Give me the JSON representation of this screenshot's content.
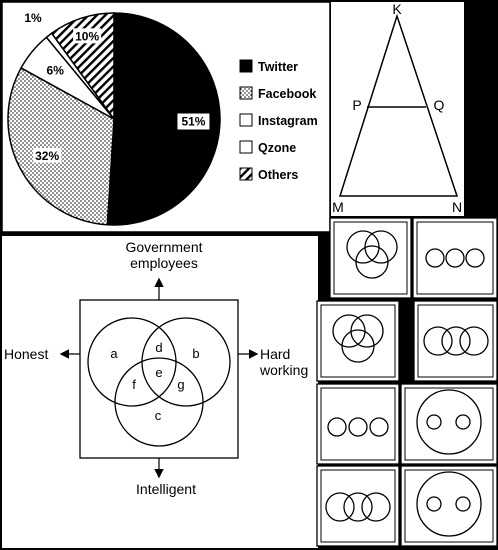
{
  "pie_panel": {
    "chart_data": {
      "type": "pie",
      "categories": [
        "Twitter",
        "Facebook",
        "Instagram",
        "Qzone",
        "Others"
      ],
      "values": [
        51,
        32,
        6,
        1,
        10
      ],
      "labels": [
        "51%",
        "32%",
        "6%",
        "1%",
        "10%"
      ],
      "patterns": [
        "solid-black",
        "dotted",
        "white",
        "white",
        "diagonal-hatch"
      ],
      "title": "",
      "legend_position": "right"
    }
  },
  "triangle_panel": {
    "vertex_top": "K",
    "point_left": "P",
    "point_right": "Q",
    "vertex_bottom_left": "M",
    "vertex_bottom_right": "N"
  },
  "venn_panel": {
    "arrow_top": "Government employees",
    "arrow_top_line1": "Government",
    "arrow_top_line2": "employees",
    "arrow_left": "Honest",
    "arrow_right": "Hard working",
    "arrow_right_line1": "Hard",
    "arrow_right_line2": "working",
    "arrow_bottom": "Intelligent",
    "regions": [
      "a",
      "b",
      "c",
      "d",
      "e",
      "f",
      "g"
    ]
  },
  "options": [
    {
      "id": "opt-1",
      "kind": "venn-three-overlap"
    },
    {
      "id": "opt-2",
      "kind": "three-separate-circles"
    },
    {
      "id": "opt-3",
      "kind": "venn-three-overlap"
    },
    {
      "id": "opt-4",
      "kind": "three-chain-circles"
    },
    {
      "id": "opt-5",
      "kind": "three-separate-circles"
    },
    {
      "id": "opt-6",
      "kind": "two-circles-in-circle"
    },
    {
      "id": "opt-7",
      "kind": "three-chain-circles"
    },
    {
      "id": "opt-8",
      "kind": "two-circles-in-circle"
    }
  ],
  "colors": {
    "ink": "#000000",
    "paper": "#ffffff"
  }
}
